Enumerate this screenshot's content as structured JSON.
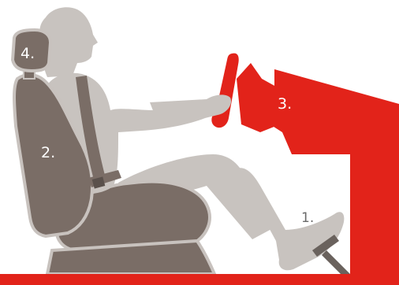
{
  "labels": {
    "pedals": "1.",
    "seat_back": "2.",
    "steering_wheel": "3.",
    "headrest": "4."
  },
  "colors": {
    "seat": "#7a6d66",
    "seat_edge": "#c8c2be",
    "body": "#c8c3bf",
    "rig": "#e2231a",
    "base": "#e2231a",
    "belt": "#7a6d66",
    "pedal": "#6a625d"
  }
}
